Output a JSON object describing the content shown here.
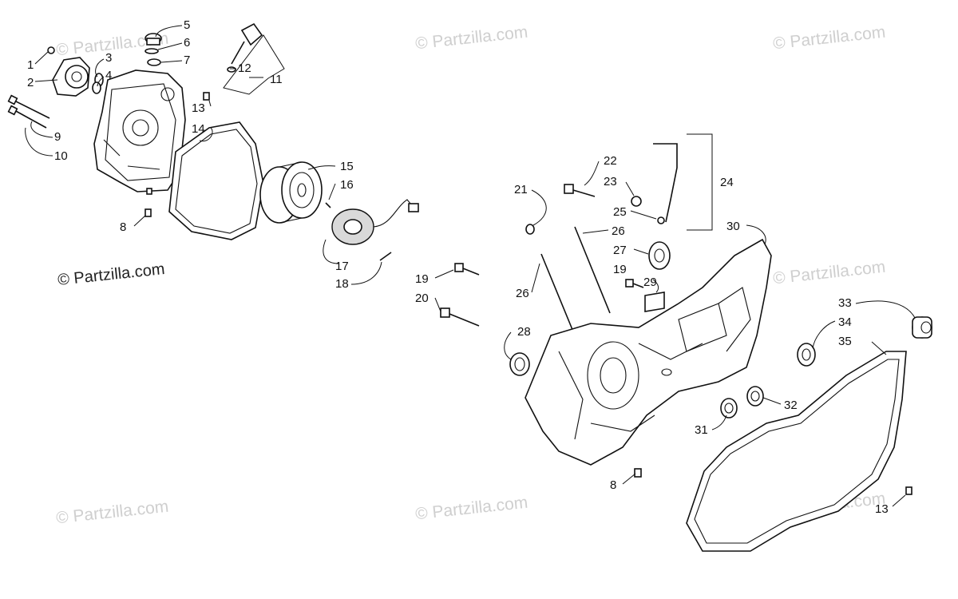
{
  "watermark": {
    "text": "© Partzilla.com",
    "primary_text": "© Partzilla.com"
  },
  "callouts": {
    "c1": "1",
    "c2": "2",
    "c3": "3",
    "c4": "4",
    "c5": "5",
    "c6": "6",
    "c7": "7",
    "c8a": "8",
    "c8b": "8",
    "c9": "9",
    "c10": "10",
    "c11": "11",
    "c12": "12",
    "c13a": "13",
    "c13b": "13",
    "c14": "14",
    "c15": "15",
    "c16": "16",
    "c17": "17",
    "c18": "18",
    "c19a": "19",
    "c19b": "19",
    "c20": "20",
    "c21": "21",
    "c22": "22",
    "c23": "23",
    "c24": "24",
    "c25": "25",
    "c26a": "26",
    "c26b": "26",
    "c27": "27",
    "c28": "28",
    "c29": "29",
    "c30": "30",
    "c31": "31",
    "c32": "32",
    "c33": "33",
    "c34": "34",
    "c35": "35"
  }
}
